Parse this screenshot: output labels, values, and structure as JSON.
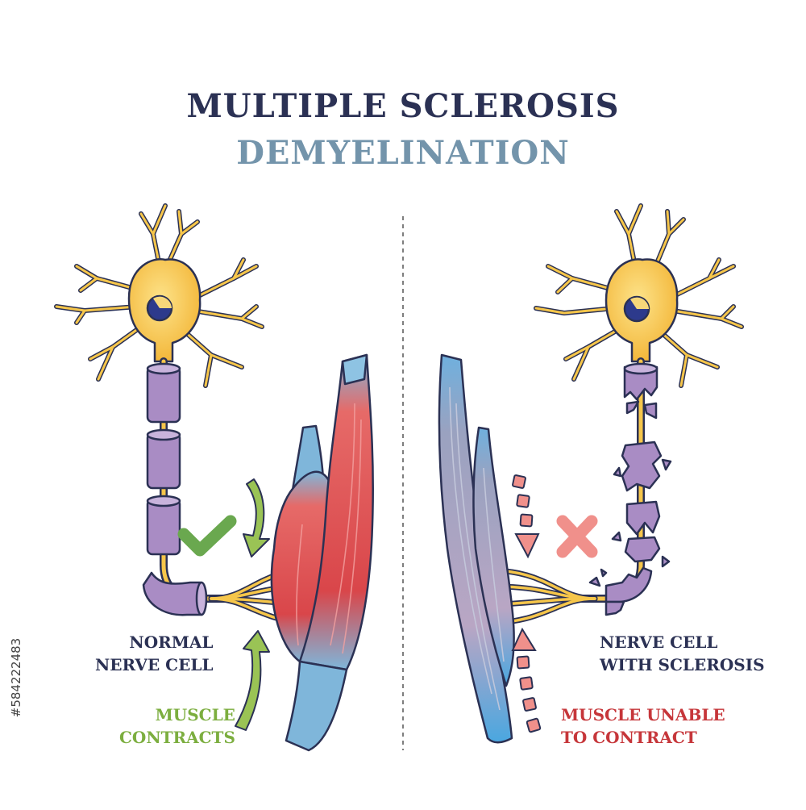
{
  "title": {
    "line1": "MULTIPLE SCLEROSIS",
    "line2": "DEMYELINATION"
  },
  "left_panel": {
    "label_line1": "NORMAL",
    "label_line2": "NERVE CELL",
    "result_line1": "MUSCLE",
    "result_line2": "CONTRACTS",
    "status_icon": "check-icon"
  },
  "right_panel": {
    "label_line1": "NERVE CELL",
    "label_line2": "WITH SCLEROSIS",
    "result_line1": "MUSCLE UNABLE",
    "result_line2": "TO CONTRACT",
    "status_icon": "cross-icon"
  },
  "watermark": "#584222483",
  "colors": {
    "title_dark": "#2b3154",
    "title_light": "#7394ab",
    "neuron": "#f6c64a",
    "myelin": "#a98cc4",
    "muscle": "#dc4a4c",
    "muscle_weak": "#9aa2c0",
    "tendon": "#7fb6da",
    "check": "#6aa84f",
    "cross": "#f0908b",
    "arrow_green": "#9ac355",
    "arrow_red": "#f0908b"
  }
}
